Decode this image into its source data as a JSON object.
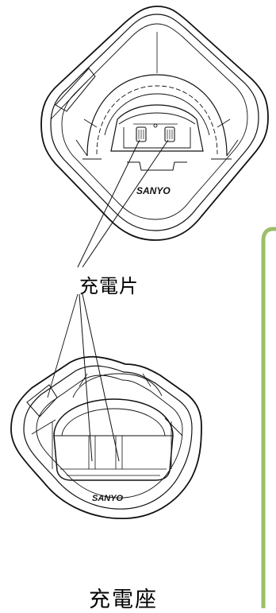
{
  "labels": {
    "charging_contacts": "充電片",
    "charger_base": "充電座"
  },
  "brand": {
    "top_logo": "SANYO",
    "bottom_logo": "SANYO"
  },
  "colors": {
    "line": "#111111",
    "sidebar_border": "#9bbf6a",
    "background": "#ffffff"
  }
}
